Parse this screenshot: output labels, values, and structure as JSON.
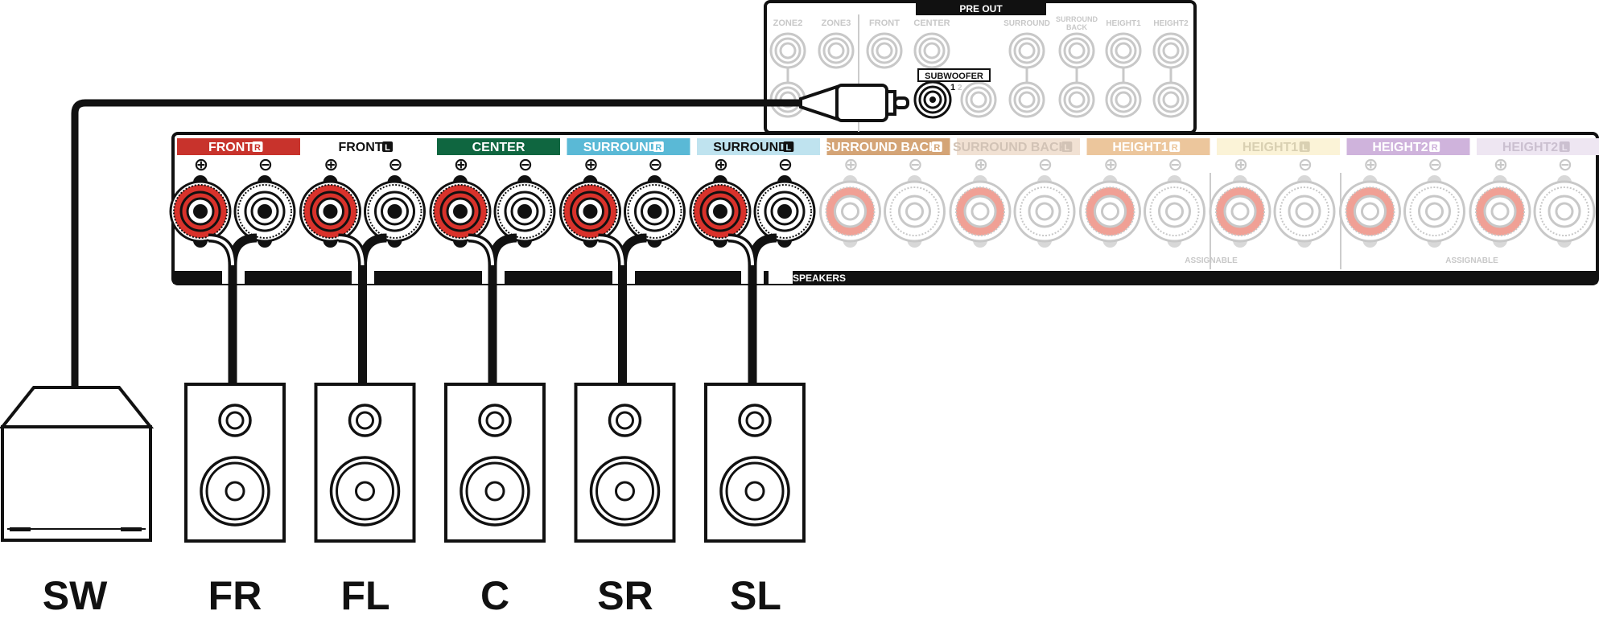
{
  "pre_out": {
    "title": "PRE OUT",
    "labels": [
      "ZONE2",
      "ZONE3",
      "FRONT",
      "CENTER",
      "SURROUND",
      "SURROUND",
      "BACK",
      "HEIGHT1",
      "HEIGHT2"
    ],
    "subwoofer_label": "SUBWOOFER",
    "sub_num_1": "1",
    "sub_num_2": "2"
  },
  "speakers_panel": {
    "footer_label": "SPEAKERS",
    "assignable_label": "ASSIGNABLE",
    "plus_symbol": "⊕",
    "minus_symbol": "⊖",
    "channels": [
      {
        "label": "FRONT",
        "badge": "R",
        "color": "#c8332c",
        "text_color": "#ffffff",
        "active": true
      },
      {
        "label": "FRONT",
        "badge": "L",
        "color": "#ffffff",
        "text_color": "#111111",
        "active": true
      },
      {
        "label": "CENTER",
        "badge": "",
        "color": "#0f6640",
        "text_color": "#ffffff",
        "active": true
      },
      {
        "label": "SURROUND",
        "badge": "R",
        "color": "#5ab9d6",
        "text_color": "#ffffff",
        "active": true
      },
      {
        "label": "SURROUND",
        "badge": "L",
        "color": "#bfe3ef",
        "text_color": "#111111",
        "active": true
      },
      {
        "label": "SURROUND BACK",
        "badge": "R",
        "color": "#d4a476",
        "text_color": "#ffffff",
        "active": false
      },
      {
        "label": "SURROUND BACK",
        "badge": "L",
        "color": "#f1e1d3",
        "text_color": "#d2c3b6",
        "active": false
      },
      {
        "label": "HEIGHT1",
        "badge": "R",
        "color": "#ecc69c",
        "text_color": "#ffffff",
        "active": false
      },
      {
        "label": "HEIGHT1",
        "badge": "L",
        "color": "#fbf3d7",
        "text_color": "#d9d0b2",
        "active": false
      },
      {
        "label": "HEIGHT2",
        "badge": "R",
        "color": "#cfb3dc",
        "text_color": "#ffffff",
        "active": false
      },
      {
        "label": "HEIGHT2",
        "badge": "L",
        "color": "#eee6f2",
        "text_color": "#cbc0d0",
        "active": false
      }
    ]
  },
  "speaker_labels": [
    "SW",
    "FR",
    "FL",
    "C",
    "SR",
    "SL"
  ],
  "colors": {
    "ink": "#111111",
    "faded": "#c8c8c8",
    "terminal_red": "#d9322b",
    "terminal_red_faded": "#f0a095"
  }
}
